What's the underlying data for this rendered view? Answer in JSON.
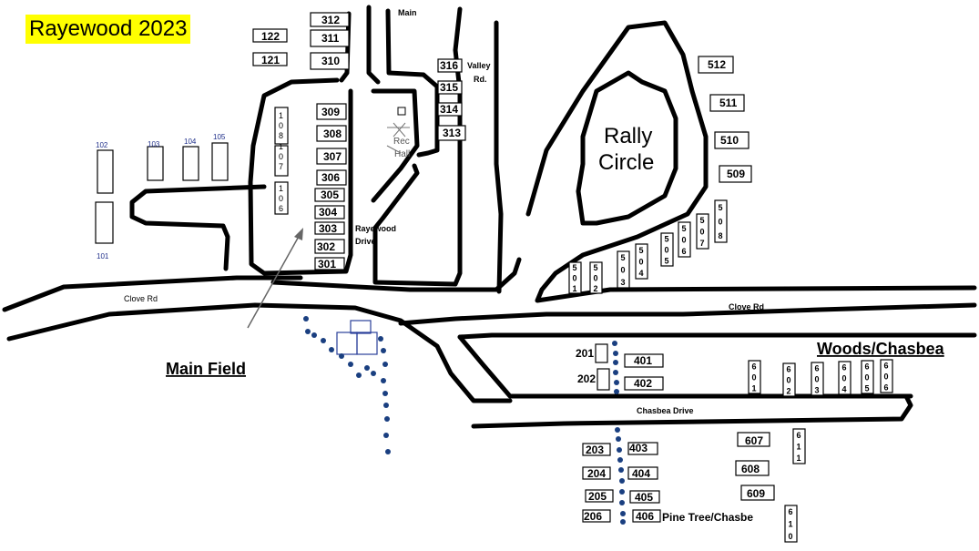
{
  "title": "Rayewood 2023",
  "areas": {
    "main_field": "Main Field",
    "woods_chasbea": "Woods/Chasbea",
    "rally_circle_line1": "Rally",
    "rally_circle_line2": "Circle",
    "pine_tree": "Pine Tree/Chasbe",
    "rec_hall_line1": "Rec",
    "rec_hall_line2": "Hall"
  },
  "roads": {
    "main": "Main",
    "valley_line1": "Valley",
    "valley_line2": "Rd.",
    "rayewood_line1": "Rayewood",
    "rayewood_line2": "Drive",
    "clove_west": "Clove Rd",
    "clove_east": "Clove Rd",
    "chasbea_drive": "Chasbea Drive"
  },
  "sites": {
    "s312": "312",
    "s311": "311",
    "s310": "310",
    "s122": "122",
    "s121": "121",
    "s309": "309",
    "s308": "308",
    "s307": "307",
    "s306": "306",
    "s305": "305",
    "s304": "304",
    "s303": "303",
    "s302": "302",
    "s301": "301",
    "s316": "316",
    "s315": "315",
    "s314": "314",
    "s313": "313",
    "s102": "102",
    "s103": "103",
    "s104": "104",
    "s105": "105",
    "s101": "101",
    "s108_1": "1",
    "s108_2": "0",
    "s108_3": "8",
    "s107_1": "1",
    "s107_2": "0",
    "s107_3": "7",
    "s106_1": "1",
    "s106_2": "0",
    "s106_3": "6",
    "s512": "512",
    "s511": "511",
    "s510": "510",
    "s509": "509",
    "s201": "201",
    "s202": "202",
    "s401": "401",
    "s402": "402",
    "s203": "203",
    "s204": "204",
    "s205": "205",
    "s206": "206",
    "s403": "403",
    "s404": "404",
    "s405": "405",
    "s406": "406",
    "s607": "607",
    "s608": "608",
    "s609": "609"
  },
  "vertical_sites": [
    {
      "digits": [
        "5",
        "0",
        "1"
      ]
    },
    {
      "digits": [
        "5",
        "0",
        "2"
      ]
    },
    {
      "digits": [
        "5",
        "0",
        "3"
      ]
    },
    {
      "digits": [
        "5",
        "0",
        "4"
      ]
    },
    {
      "digits": [
        "5",
        "0",
        "5"
      ]
    },
    {
      "digits": [
        "5",
        "0",
        "6"
      ]
    },
    {
      "digits": [
        "5",
        "0",
        "7"
      ]
    },
    {
      "digits": [
        "5",
        "0",
        "8"
      ]
    },
    {
      "digits": [
        "6",
        "0",
        "1"
      ]
    },
    {
      "digits": [
        "6",
        "0",
        "2"
      ]
    },
    {
      "digits": [
        "6",
        "0",
        "3"
      ]
    },
    {
      "digits": [
        "6",
        "0",
        "4"
      ]
    },
    {
      "digits": [
        "6",
        "0",
        "5"
      ]
    },
    {
      "digits": [
        "6",
        "0",
        "6"
      ]
    },
    {
      "digits": [
        "6",
        "1",
        "1"
      ]
    },
    {
      "digits": [
        "6",
        "1",
        "0"
      ]
    }
  ],
  "colors": {
    "title_highlight": "#ffff00",
    "dots": "#1a3f80",
    "tent": "#2a3f9a",
    "small_labels": "#1f2f8a"
  }
}
